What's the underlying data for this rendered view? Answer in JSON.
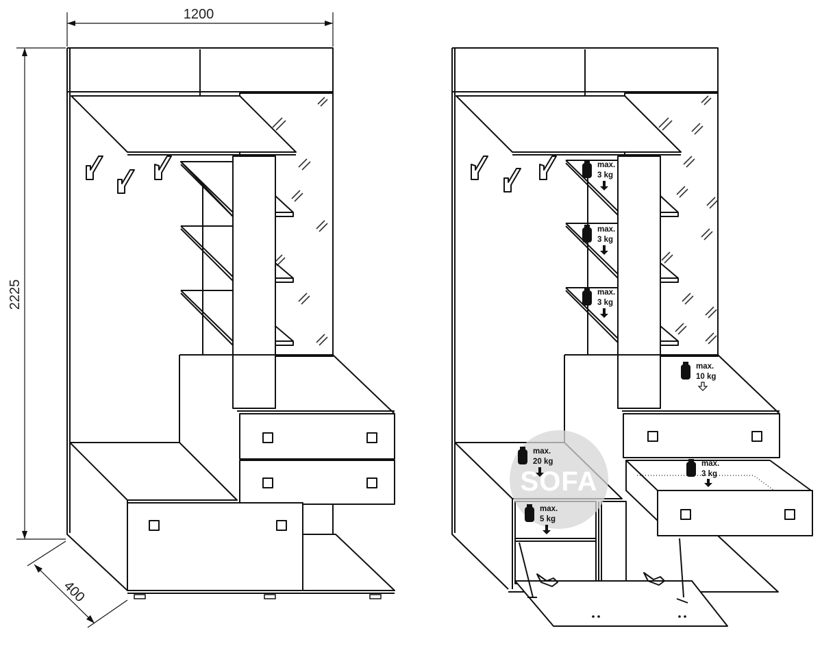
{
  "dimensions": {
    "width": "1200",
    "height": "2225",
    "depth": "400"
  },
  "load_labels": {
    "shelf_1": {
      "line1": "max.",
      "line2": "3 kg"
    },
    "shelf_2": {
      "line1": "max.",
      "line2": "3 kg"
    },
    "shelf_3": {
      "line1": "max.",
      "line2": "3 kg"
    },
    "top_surface": {
      "line1": "max.",
      "line2": "10 kg"
    },
    "bench_seat": {
      "line1": "max.",
      "line2": "20 kg"
    },
    "drawer": {
      "line1": "max.",
      "line2": "3 kg"
    },
    "inner_shelf": {
      "line1": "max.",
      "line2": "5 kg"
    }
  },
  "watermark": "SOFA",
  "colors": {
    "line": "#111111",
    "background": "#ffffff",
    "watermark": "#d6d6d6"
  }
}
